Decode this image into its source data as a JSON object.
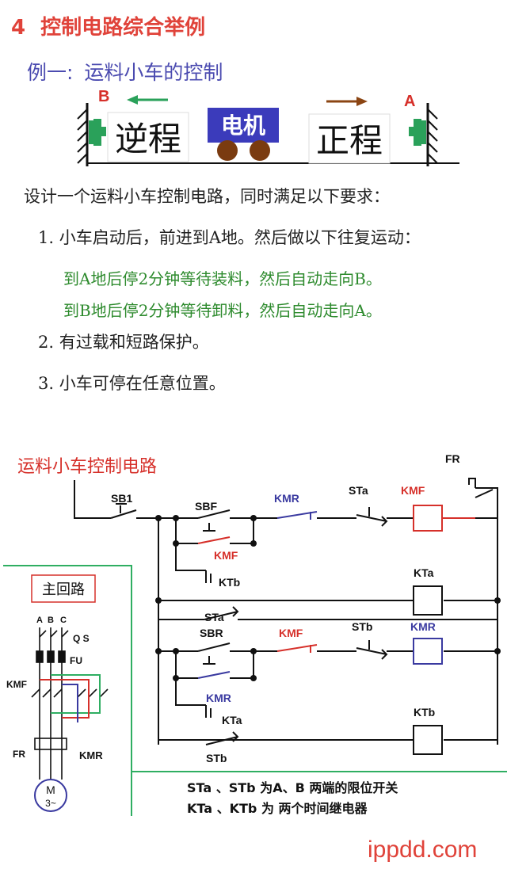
{
  "heading": {
    "number": "4",
    "title": "控制电路综合举例"
  },
  "example": {
    "label": "例一:",
    "title": "运料小车的控制"
  },
  "track": {
    "end_left": "B",
    "end_right": "A",
    "reverse_label": "逆程",
    "forward_label": "正程",
    "motor_label": "电机"
  },
  "requirements": {
    "intro": "设计一个运料小车控制电路，同时满足以下要求：",
    "item1": "1. 小车启动后，前进到A地。然后做以下往复运动：",
    "item1_a": "到A地后停2分钟等待装料，然后自动走向B。",
    "item1_b": "到B地后停2分钟等待卸料，然后自动走向A。",
    "item2": "2. 有过载和短路保护。",
    "item3": "3. 小车可停在任意位置。"
  },
  "circuit": {
    "title": "运料小车控制电路",
    "labels": {
      "fr_top": "FR",
      "sb1": "SB1",
      "sbf": "SBF",
      "kmr_top": "KMR",
      "sta_top": "STa",
      "kmf_coil": "KMF",
      "kmf_hold": "KMF",
      "ktb_top": "KTb",
      "kta_coil": "KTa",
      "sta_mid": "STa",
      "sbr": "SBR",
      "kmf_mid": "KMF",
      "stb_mid": "STb",
      "kmr_coil": "KMR",
      "kmr_hold": "KMR",
      "kta_bot": "KTa",
      "ktb_coil": "KTb",
      "stb_bot": "STb"
    },
    "main_circuit": {
      "title": "主回路",
      "phases": [
        "A",
        "B",
        "C"
      ],
      "qs": "Q S",
      "fu": "FU",
      "kmf": "KMF",
      "fr": "FR",
      "kmr": "KMR",
      "motor_m": "M",
      "motor_phase": "3~"
    },
    "notes": [
      "STa 、STb 为A、B 两端的限位开关",
      "KTa 、KTb 为 两个时间继电器"
    ]
  },
  "watermark": "ippdd.com",
  "colors": {
    "title_red": "#e0433a",
    "subtitle_blue": "#4b4bb0",
    "green": "#2e8b2e",
    "kmf_red": "#d6302a",
    "kmr_blue": "#3a3aa0",
    "frame_green": "#2fae62"
  }
}
